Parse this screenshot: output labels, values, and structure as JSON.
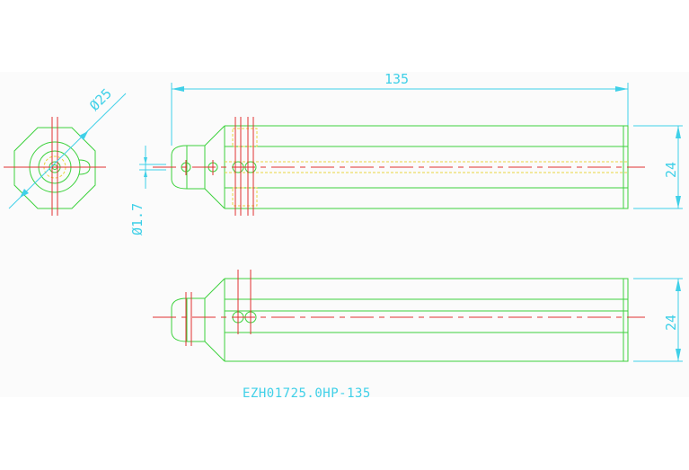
{
  "dimensions": {
    "length": "135",
    "diameter": "Ø25",
    "hole": "Ø1.7",
    "height_top": "24",
    "height_bottom": "24"
  },
  "part_label": "EZH01725.0HP-135",
  "colors": {
    "outline": "#3cd23c",
    "centerline": "#e03030",
    "dimension": "#3fd0e8",
    "hidden": "#e8d640"
  }
}
